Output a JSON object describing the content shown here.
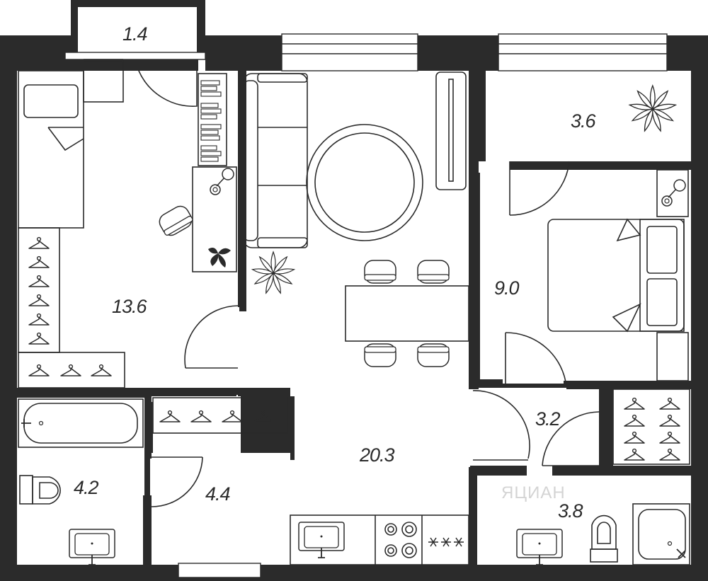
{
  "rooms": [
    {
      "id": "loggia-top-left",
      "area": "1.4"
    },
    {
      "id": "bedroom-left",
      "area": "13.6"
    },
    {
      "id": "living-kitchen",
      "area": "20.3"
    },
    {
      "id": "balcony-right",
      "area": "3.6"
    },
    {
      "id": "bedroom-right",
      "area": "9.0"
    },
    {
      "id": "hall-right",
      "area": "3.2"
    },
    {
      "id": "bathroom-right",
      "area": "3.8"
    },
    {
      "id": "bathroom-left",
      "area": "4.2"
    },
    {
      "id": "hall-left",
      "area": "4.4"
    }
  ],
  "watermark": "ЯЦИАН",
  "colors": {
    "wall": "#2b2b2b",
    "floor": "#ffffff",
    "line": "#2b2b2b"
  },
  "icons": [
    "hanger-icon",
    "plant-icon",
    "toilet-icon",
    "sink-icon",
    "stove-icon",
    "bathtub-icon",
    "shower-icon",
    "desk-lamp-icon",
    "bed-icon",
    "sofa-icon",
    "rug-icon",
    "dining-table-icon",
    "chair-icon",
    "bookshelf-icon",
    "tv-icon",
    "door-swing-icon"
  ]
}
